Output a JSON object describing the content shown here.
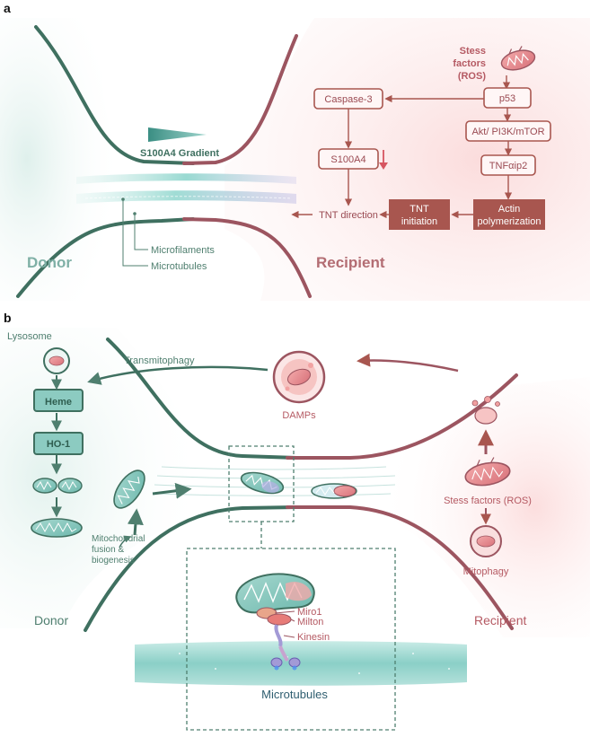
{
  "panel_a": {
    "label": "a",
    "donor": "Donor",
    "recipient": "Recipient",
    "gradient_label": "S100A4 Gradient",
    "microfilaments": "Microfilaments",
    "microtubules": "Microtubules",
    "stress_factors_line1": "Stess",
    "stress_factors_line2": "factors",
    "stress_factors_line3": "(ROS)",
    "p53": "p53",
    "caspase3": "Caspase-3",
    "akt": "Akt/ PI3K/mTOR",
    "s100a4": "S100A4",
    "tnfaip2": "TNFαip2",
    "tnt_initiation_line1": "TNT",
    "tnt_initiation_line2": "initiation",
    "actin_line1": "Actin",
    "actin_line2": "polymerization",
    "tnt_direction": "TNT direction"
  },
  "panel_b": {
    "label": "b",
    "lysosome": "Lysosome",
    "transmitophagy": "Transmitophagy",
    "damps": "DAMPs",
    "heme": "Heme",
    "ho1": "HO-1",
    "fusion_line1": "Mitochondrial",
    "fusion_line2": "fusion &",
    "fusion_line3": "biogenesis",
    "stress_factors": "Stess factors (ROS)",
    "mitophagy": "Mitophagy",
    "donor": "Donor",
    "recipient": "Recipient",
    "miro1": "Miro1",
    "milton": "Milton",
    "kinesin": "Kinesin",
    "microtubules": "Microtubules"
  },
  "colors": {
    "donor_green": "#4f7f6f",
    "recipient_red": "#b55a63",
    "box_fill": "#a8564f",
    "teal": "#7fc8c0",
    "pink_bg": "#fbe3e3"
  }
}
